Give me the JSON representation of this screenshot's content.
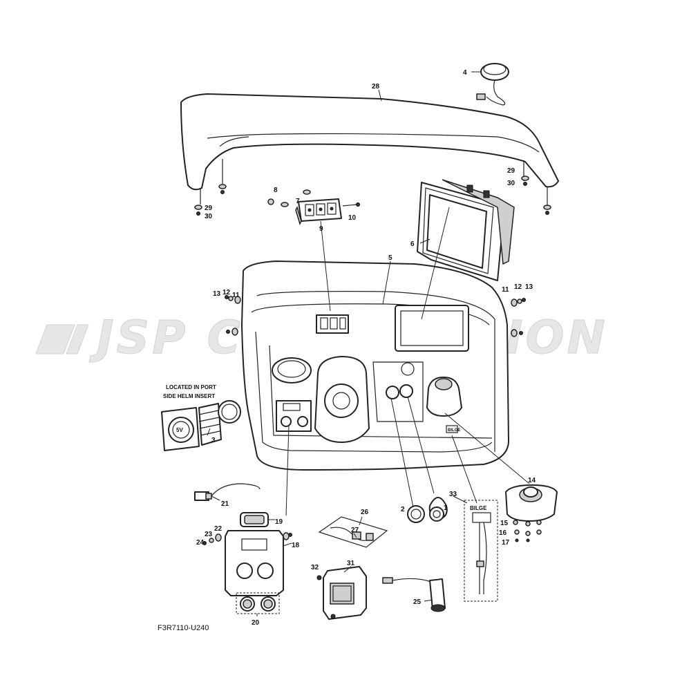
{
  "watermark": "JSP CORPORATION",
  "diagram_code": "F3R7110-U240",
  "notes": {
    "port_side_line1": "LOCATED IN PORT",
    "port_side_line2": "SIDE HELM INSERT",
    "bilge_label": "BILGE",
    "bilge_switch_text": "BILGE",
    "socket_text": "5V"
  },
  "callouts": {
    "p1": "1",
    "p2": "2",
    "p3": "3",
    "p4": "4",
    "p5": "5",
    "p6": "6",
    "p7": "7",
    "p8": "8",
    "p9": "9",
    "p10": "10",
    "p11a": "11",
    "p12a": "12",
    "p13a": "13",
    "p11b": "11",
    "p12b": "12",
    "p13b": "13",
    "p14": "14",
    "p15": "15",
    "p16": "16",
    "p17": "17",
    "p18": "18",
    "p19": "19",
    "p20": "20",
    "p21": "21",
    "p22": "22",
    "p23": "23",
    "p24": "24",
    "p25": "25",
    "p26": "26",
    "p27": "27",
    "p28": "28",
    "p29a": "29",
    "p30a": "30",
    "p29b": "29",
    "p30b": "30",
    "p31": "31",
    "p32": "32",
    "p33": "33"
  }
}
